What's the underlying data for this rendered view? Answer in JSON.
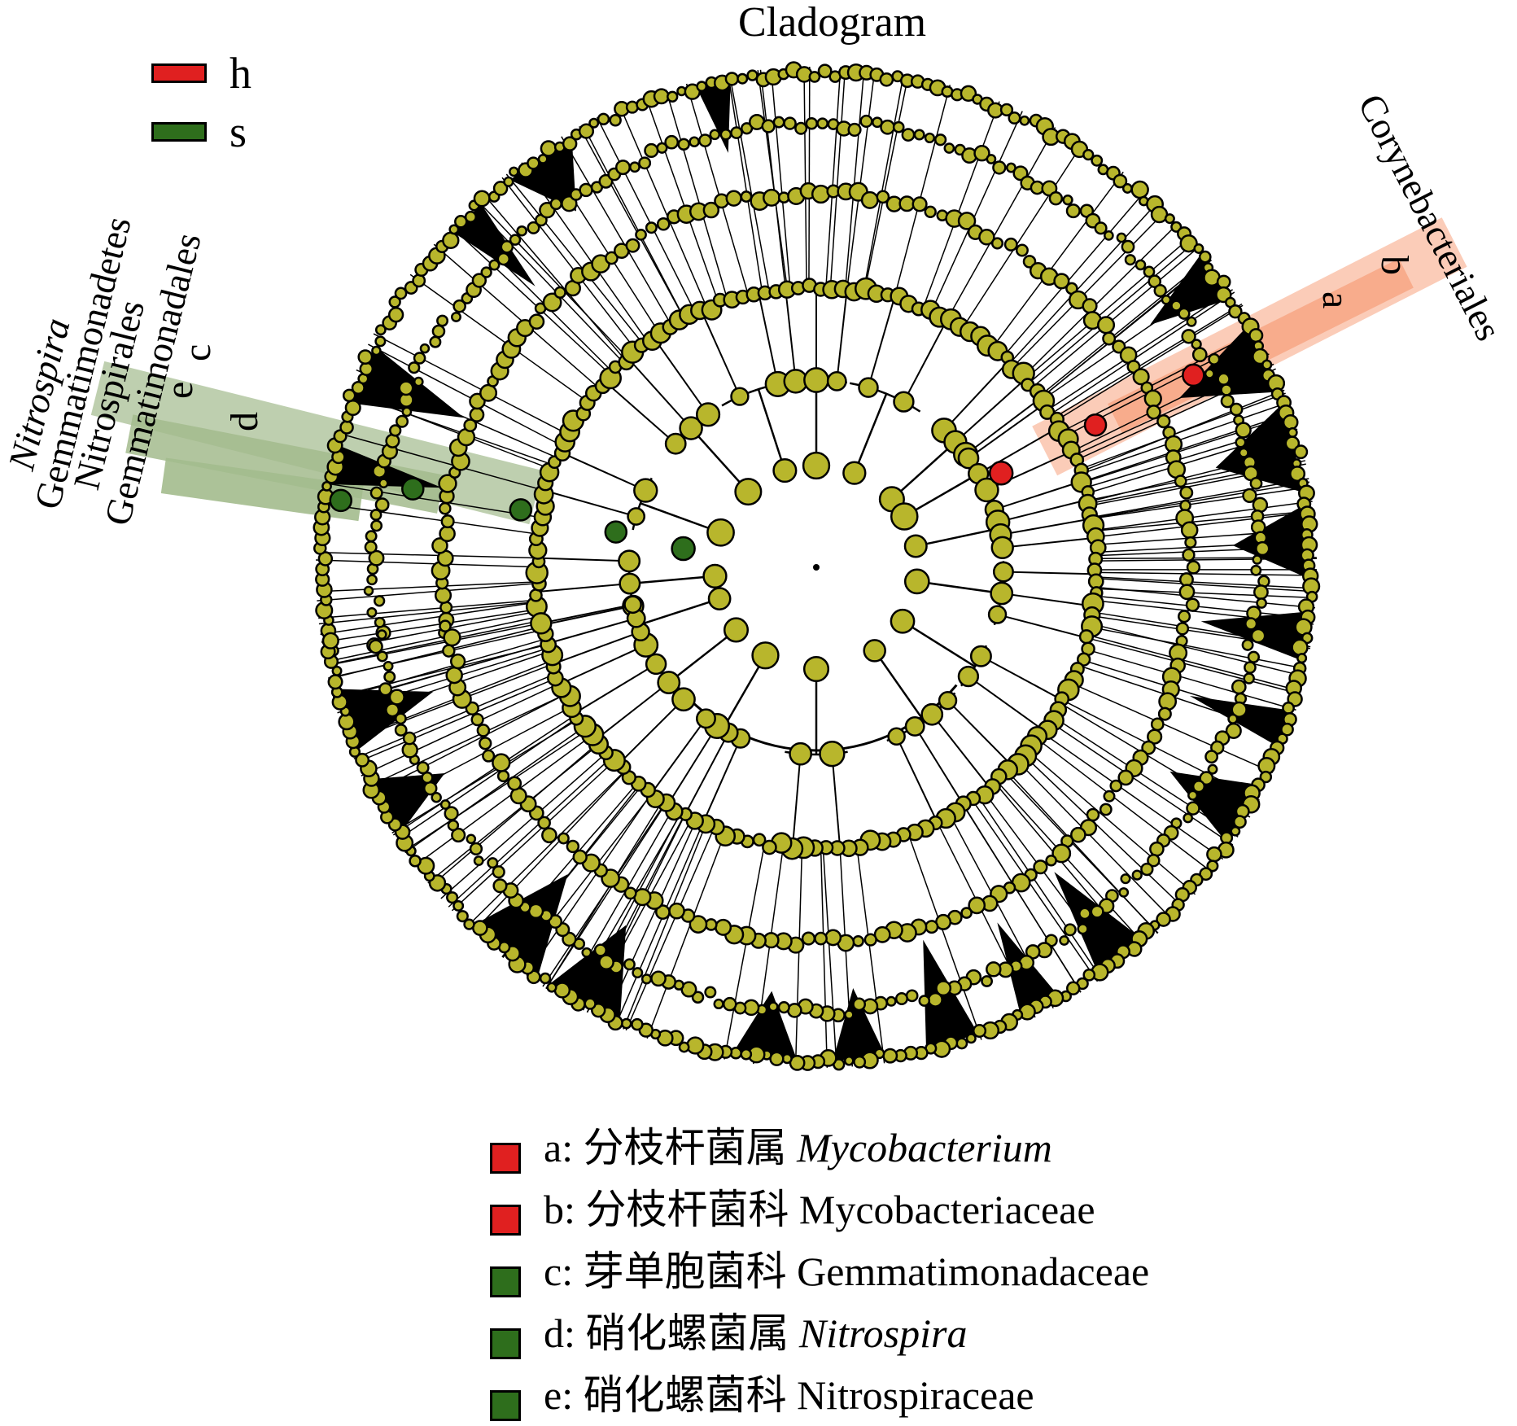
{
  "title": "Cladogram",
  "groups": [
    {
      "label": "h",
      "color": "#e02020"
    },
    {
      "label": "s",
      "color": "#2e6e1c"
    }
  ],
  "colors": {
    "node_fill": "#b8b62c",
    "red_node": "#e02020",
    "green_node": "#2e6e1c",
    "red_band": "#f7a27e",
    "green_band": "#a3bb8d"
  },
  "clade_labels": {
    "red": {
      "outer": "Corynebacteriales",
      "markers": [
        "b",
        "a"
      ]
    },
    "green": {
      "outer": [
        "Nitrospira",
        "Gemmatimonadetes",
        "Nitrospirales",
        "Gemmatimonadales"
      ],
      "markers": [
        "c",
        "e",
        "d"
      ]
    }
  },
  "key": [
    {
      "letter": "a:",
      "cn": "分枝杆菌属",
      "latin": "Mycobacterium",
      "italic": true,
      "group": "h"
    },
    {
      "letter": "b:",
      "cn": "分枝杆菌科",
      "latin": "Mycobacteriaceae",
      "italic": false,
      "group": "h"
    },
    {
      "letter": "c:",
      "cn": "芽单胞菌科",
      "latin": "Gemmatimonadaceae",
      "italic": false,
      "group": "s"
    },
    {
      "letter": "d:",
      "cn": "硝化螺菌属",
      "latin": "Nitrospira",
      "italic": true,
      "group": "s"
    },
    {
      "letter": "e:",
      "cn": "硝化螺菌科",
      "latin": "Nitrospiraceae",
      "italic": false,
      "group": "s"
    }
  ]
}
